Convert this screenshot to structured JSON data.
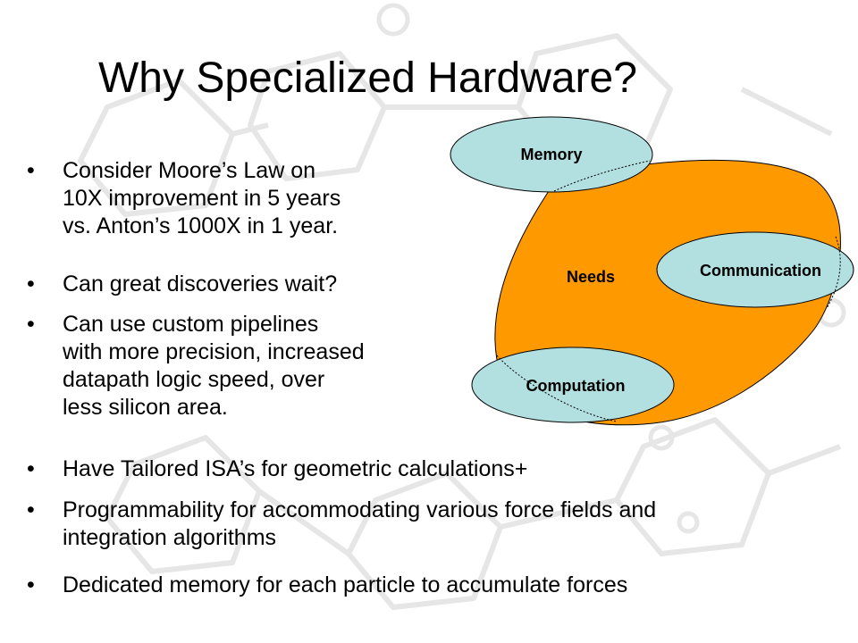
{
  "slide": {
    "title": "Why Specialized Hardware?",
    "bullet_glyph": "•",
    "bullets": [
      "Consider Moore’s Law on\n10X improvement in 5 years\nvs. Anton’s 1000X in 1 year.",
      "Can great discoveries wait?",
      "Can use custom pipelines\nwith more precision, increased\ndatapath logic speed, over\nless silicon area.",
      "Have Tailored ISA’s for geometric calculations+",
      "Programmability for accommodating various force fields and\nintegration algorithms",
      "Dedicated memory for each particle to accumulate forces"
    ]
  },
  "diagram": {
    "center_label": "Needs",
    "memory_label": "Memory",
    "communication_label": "Communication",
    "computation_label": "Computation",
    "colors": {
      "blob": "#ff9900",
      "ellipse": "#b2dfe0",
      "outline": "#000000"
    }
  },
  "background": {
    "watermark": "faint chemical structure diagram",
    "colors": {
      "watermark": "#e8e8e8"
    }
  }
}
